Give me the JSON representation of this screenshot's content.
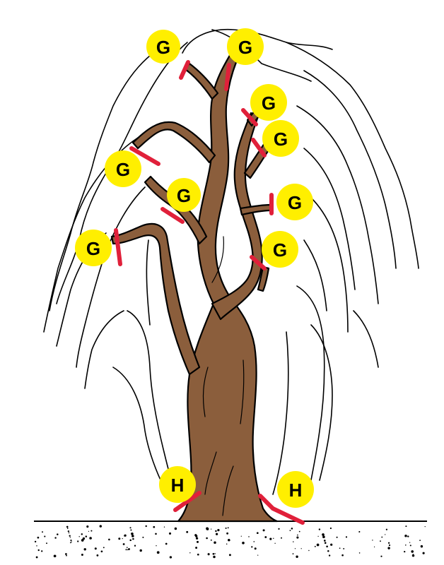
{
  "diagram": {
    "colors": {
      "trunk_fill": "#8B5E3C",
      "outline": "#000000",
      "badge_fill": "#FFEF00",
      "cut_mark": "#E0203A",
      "ground_speckle": "#000000",
      "background": "#FFFFFF"
    },
    "labels": [
      {
        "id": "g1",
        "text": "G"
      },
      {
        "id": "g2",
        "text": "G"
      },
      {
        "id": "g3",
        "text": "G"
      },
      {
        "id": "g4",
        "text": "G"
      },
      {
        "id": "g5",
        "text": "G"
      },
      {
        "id": "g6",
        "text": "G"
      },
      {
        "id": "g7",
        "text": "G"
      },
      {
        "id": "g8",
        "text": "G"
      },
      {
        "id": "g9",
        "text": "G"
      },
      {
        "id": "h1",
        "text": "H"
      },
      {
        "id": "h2",
        "text": "H"
      }
    ]
  }
}
